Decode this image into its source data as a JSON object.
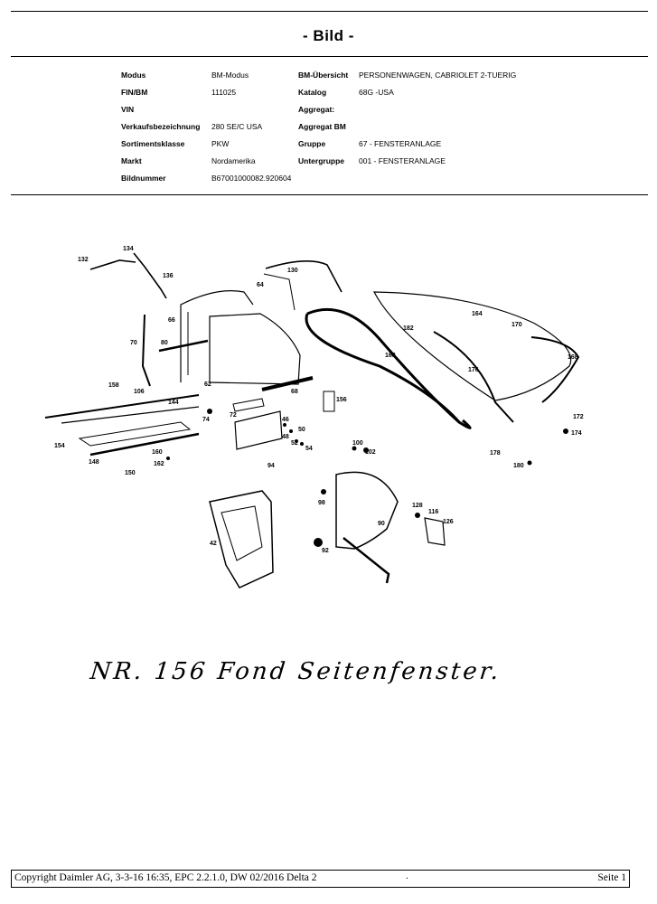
{
  "title": "- Bild -",
  "meta": {
    "rows": [
      {
        "label": "Modus",
        "value": "BM-Modus",
        "label2": "BM-Übersicht",
        "value2": "PERSONENWAGEN,  CABRIOLET  2-TUERIG"
      },
      {
        "label": "FIN/BM",
        "value": "111025",
        "label2": "Katalog",
        "value2": "68G  -USA"
      },
      {
        "label": "VIN",
        "value": "",
        "label2": "Aggregat:",
        "value2": ""
      },
      {
        "label": "Verkaufsbezeichnung",
        "value": "280  SE/C  USA",
        "label2": "Aggregat BM",
        "value2": ""
      },
      {
        "label": "Sortimentsklasse",
        "value": "PKW",
        "label2": "Gruppe",
        "value2": "67  -  FENSTERANLAGE"
      },
      {
        "label": "Markt",
        "value": "Nordamerika",
        "label2": "Untergruppe",
        "value2": "001  -  FENSTERANLAGE"
      },
      {
        "label": "Bildnummer",
        "value": "B67001000082.920604",
        "label2": "",
        "value2": ""
      }
    ]
  },
  "diagram": {
    "part_numbers": [
      "132",
      "134",
      "136",
      "130",
      "64",
      "66",
      "70",
      "80",
      "62",
      "164",
      "170",
      "182",
      "168",
      "168",
      "176",
      "68",
      "158",
      "106",
      "144",
      "74",
      "72",
      "46",
      "50",
      "48",
      "52",
      "54",
      "156",
      "154",
      "148",
      "160",
      "150",
      "162",
      "172",
      "174",
      "178",
      "180",
      "100",
      "102",
      "94",
      "98",
      "90",
      "128",
      "116",
      "126",
      "42",
      "92"
    ]
  },
  "handwritten_note": "NR. 156  Fond Seitenfenster.",
  "footer": {
    "copyright": "Copyright Daimler AG, 3-3-16 16:35, EPC 2.2.1.0, DW 02/2016 Delta 2",
    "dot": ".",
    "page": "Seite 1"
  }
}
